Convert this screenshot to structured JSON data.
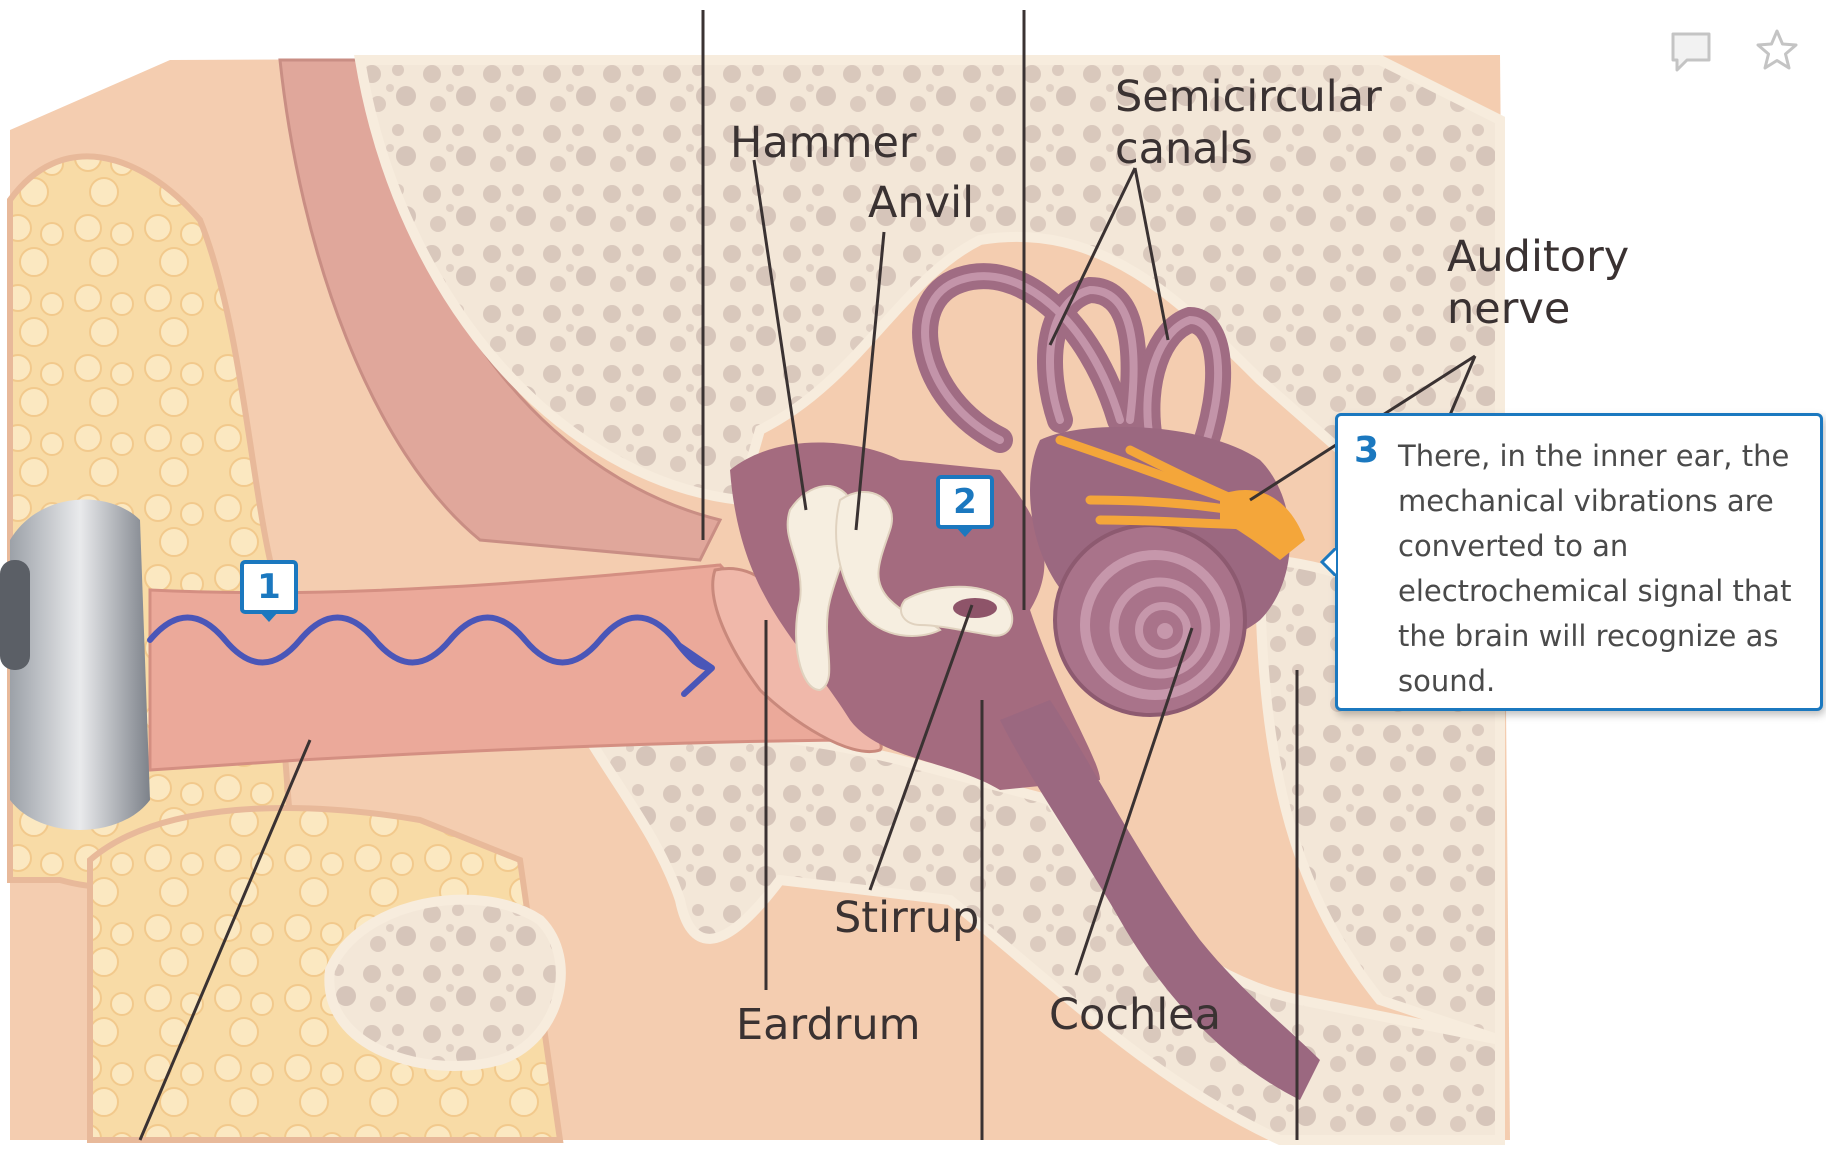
{
  "labels": {
    "hammer": "Hammer",
    "anvil": "Anvil",
    "semicircular_line1": "Semicircular",
    "semicircular_line2": "canals",
    "auditory_line1": "Auditory",
    "auditory_line2": "nerve",
    "stirrup": "Stirrup",
    "eardrum": "Eardrum",
    "cochlea": "Cochlea"
  },
  "badges": [
    "1",
    "2"
  ],
  "callout": {
    "number": "3",
    "text": "There, in the inner ear, the mechanical vibrations are converted to an electrochemical signal that the brain will recognize as sound."
  },
  "toolbar": {
    "comment_icon": "comment-icon",
    "star_icon": "star-icon"
  },
  "colors": {
    "accent": "#1b78bf",
    "skin": "#f2c7a8",
    "bone": "#f7ead8",
    "inner_ear": "#a9738a",
    "nerve": "#f4a63a",
    "wave": "#4a56b8"
  }
}
